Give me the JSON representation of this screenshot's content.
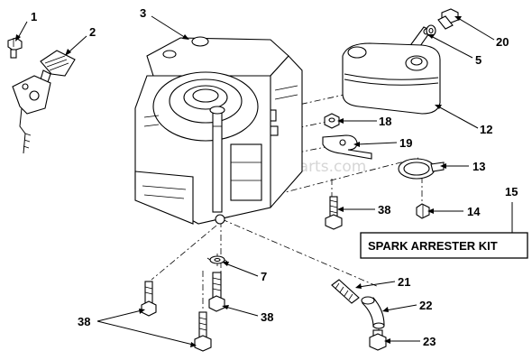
{
  "watermark": "eReplacementParts.com",
  "kit_box_label": "SPARK ARRESTER KIT",
  "callouts": {
    "c1": "1",
    "c2": "2",
    "c3": "3",
    "c5": "5",
    "c7": "7",
    "c12": "12",
    "c13": "13",
    "c14": "14",
    "c15": "15",
    "c18": "18",
    "c19": "19",
    "c20": "20",
    "c21": "21",
    "c22": "22",
    "c23": "23",
    "c38a": "38",
    "c38b": "38",
    "c38c": "38"
  }
}
